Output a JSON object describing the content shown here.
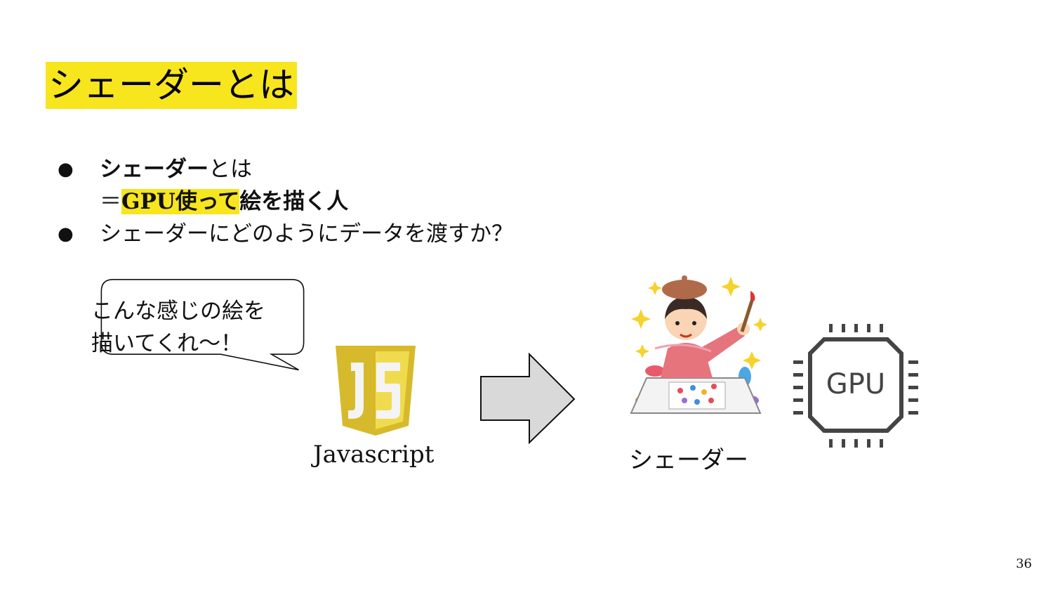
{
  "slide": {
    "title": "シェーダーとは",
    "page_number": "36"
  },
  "bullets": [
    {
      "bold_text": "シェーダー",
      "text": "とは",
      "line2_prefix": "＝",
      "line2_highlight": "GPU使って",
      "line2_rest": "絵を描く人"
    },
    {
      "text": "シェーダーにどのようにデータを渡すか？"
    }
  ],
  "speech_bubble": {
    "line1": "こんな感じの絵を",
    "line2": "描いてくれ〜！"
  },
  "js_logo": {
    "text": "JS",
    "label": "Javascript",
    "color": "#f0db4f",
    "shade_color": "#d6ba2c"
  },
  "shader": {
    "label": "シェーダー"
  },
  "gpu_chip": {
    "text": "GPU"
  },
  "colors": {
    "highlight": "#f7e51e",
    "arrow_fill": "#d9d9d9"
  }
}
